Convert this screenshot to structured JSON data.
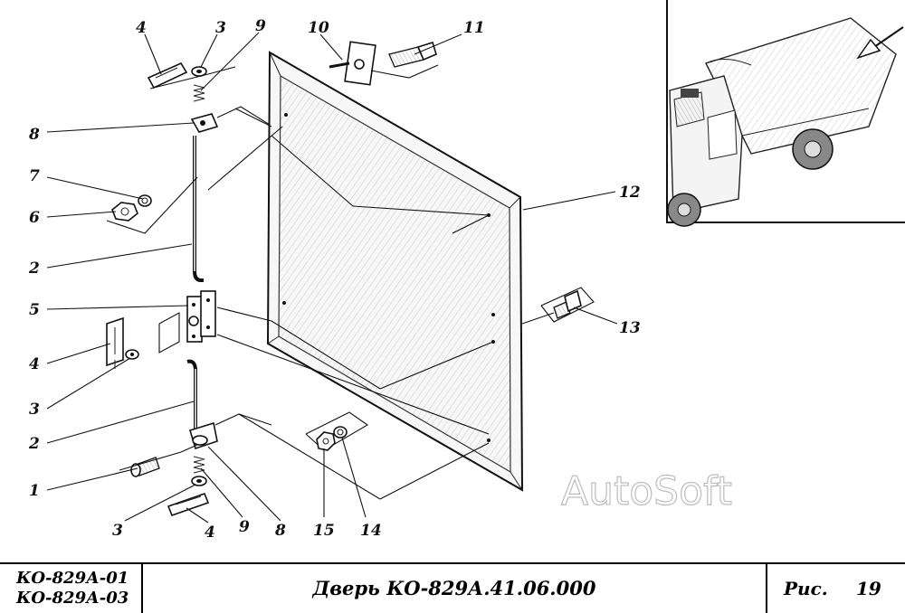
{
  "callouts": {
    "c1": "1",
    "c2a": "2",
    "c2b": "2",
    "c3a": "3",
    "c3b": "3",
    "c3c": "3",
    "c4a": "4",
    "c4b": "4",
    "c4c": "4",
    "c5": "5",
    "c6": "6",
    "c7": "7",
    "c8a": "8",
    "c8b": "8",
    "c9a": "9",
    "c9b": "9",
    "c10": "10",
    "c11": "11",
    "c12": "12",
    "c13": "13",
    "c14": "14",
    "c15": "15"
  },
  "watermark": "AutoSoft",
  "title_block": {
    "model_line_1": "КО-829А-01",
    "model_line_2": "КО-829А-03",
    "title": "Дверь КО-829А.41.06.000",
    "figure_label": "Рис.",
    "figure_number": "19"
  },
  "icons": [
    "door-panel",
    "hinge-rod",
    "hinge-bracket",
    "bolt",
    "nut",
    "washer",
    "spring",
    "truck-inset",
    "arrow-icon"
  ]
}
